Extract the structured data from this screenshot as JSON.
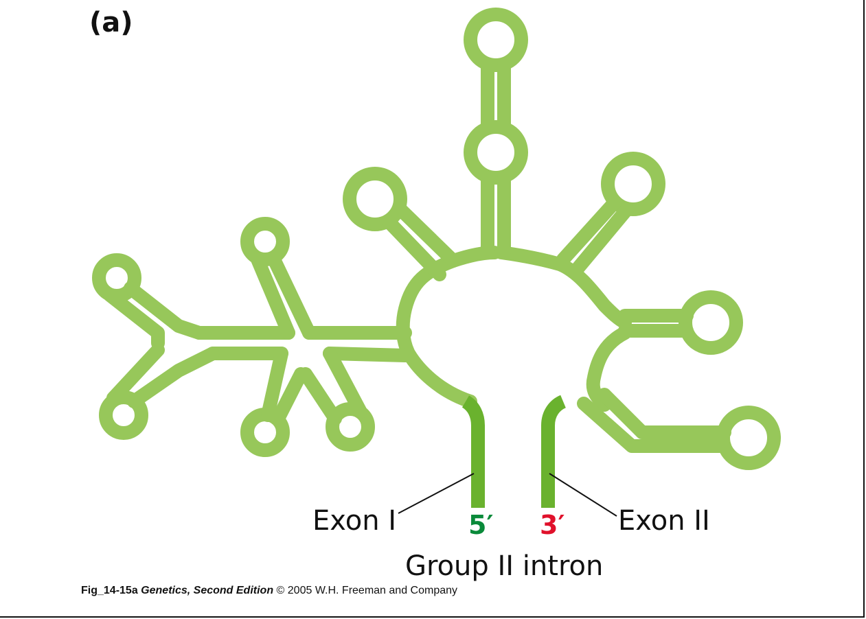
{
  "panel_label": "(a)",
  "labels": {
    "exon1": "Exon I",
    "exon2": "Exon II",
    "five_prime": "5′",
    "three_prime": "3′",
    "intron": "Group II intron"
  },
  "caption": {
    "fig_id": "Fig_14-15a",
    "book": "Genetics, Second Edition",
    "copyright": "© 2005 W.H. Freeman and Company"
  },
  "colors": {
    "intron": "#97c75a",
    "exon": "#6ab22e",
    "five_prime": "#0a8a3a",
    "three_prime": "#e0112b",
    "text": "#111111"
  }
}
